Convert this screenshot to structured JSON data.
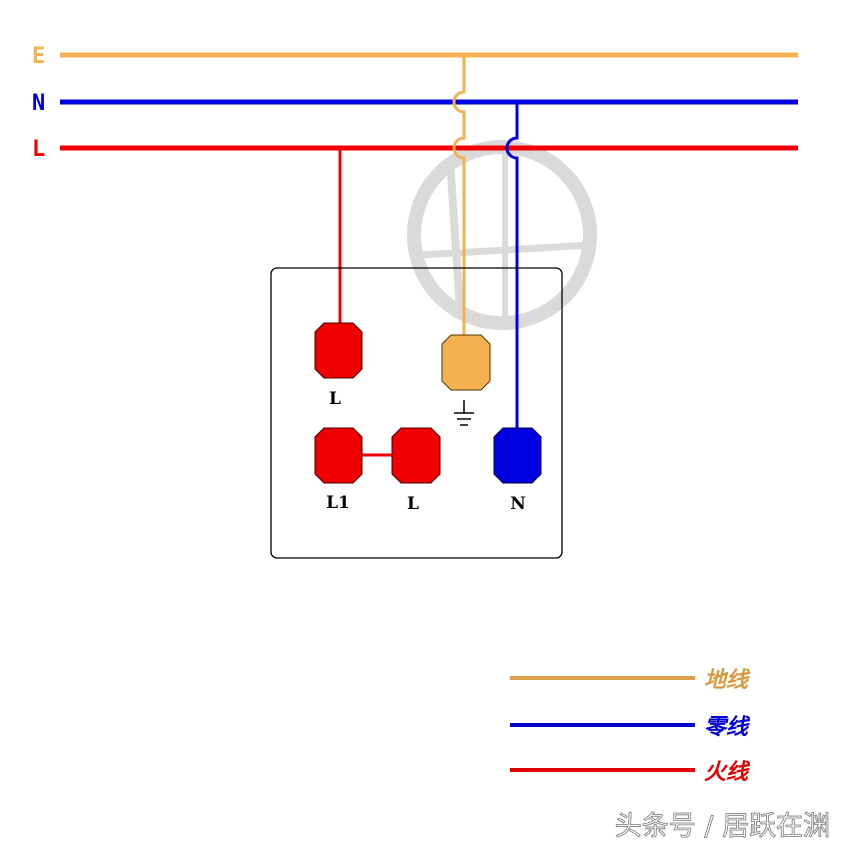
{
  "colors": {
    "earth": "#f5b04f",
    "neutral": "#0000e0",
    "live": "#f00000",
    "box": "#000000",
    "watermark": "#c8c8c8"
  },
  "buses": {
    "earth": "E",
    "neutral": "N",
    "live": "L"
  },
  "terminals": {
    "live_top": "L",
    "ground_symbol": "⏚",
    "l1": "L1",
    "live_bottom": "L",
    "neutral": "N"
  },
  "legend": [
    {
      "label": "地线"
    },
    {
      "label": "零线"
    },
    {
      "label": "火线"
    }
  ],
  "credit": "头条号 / 居跃在渊"
}
